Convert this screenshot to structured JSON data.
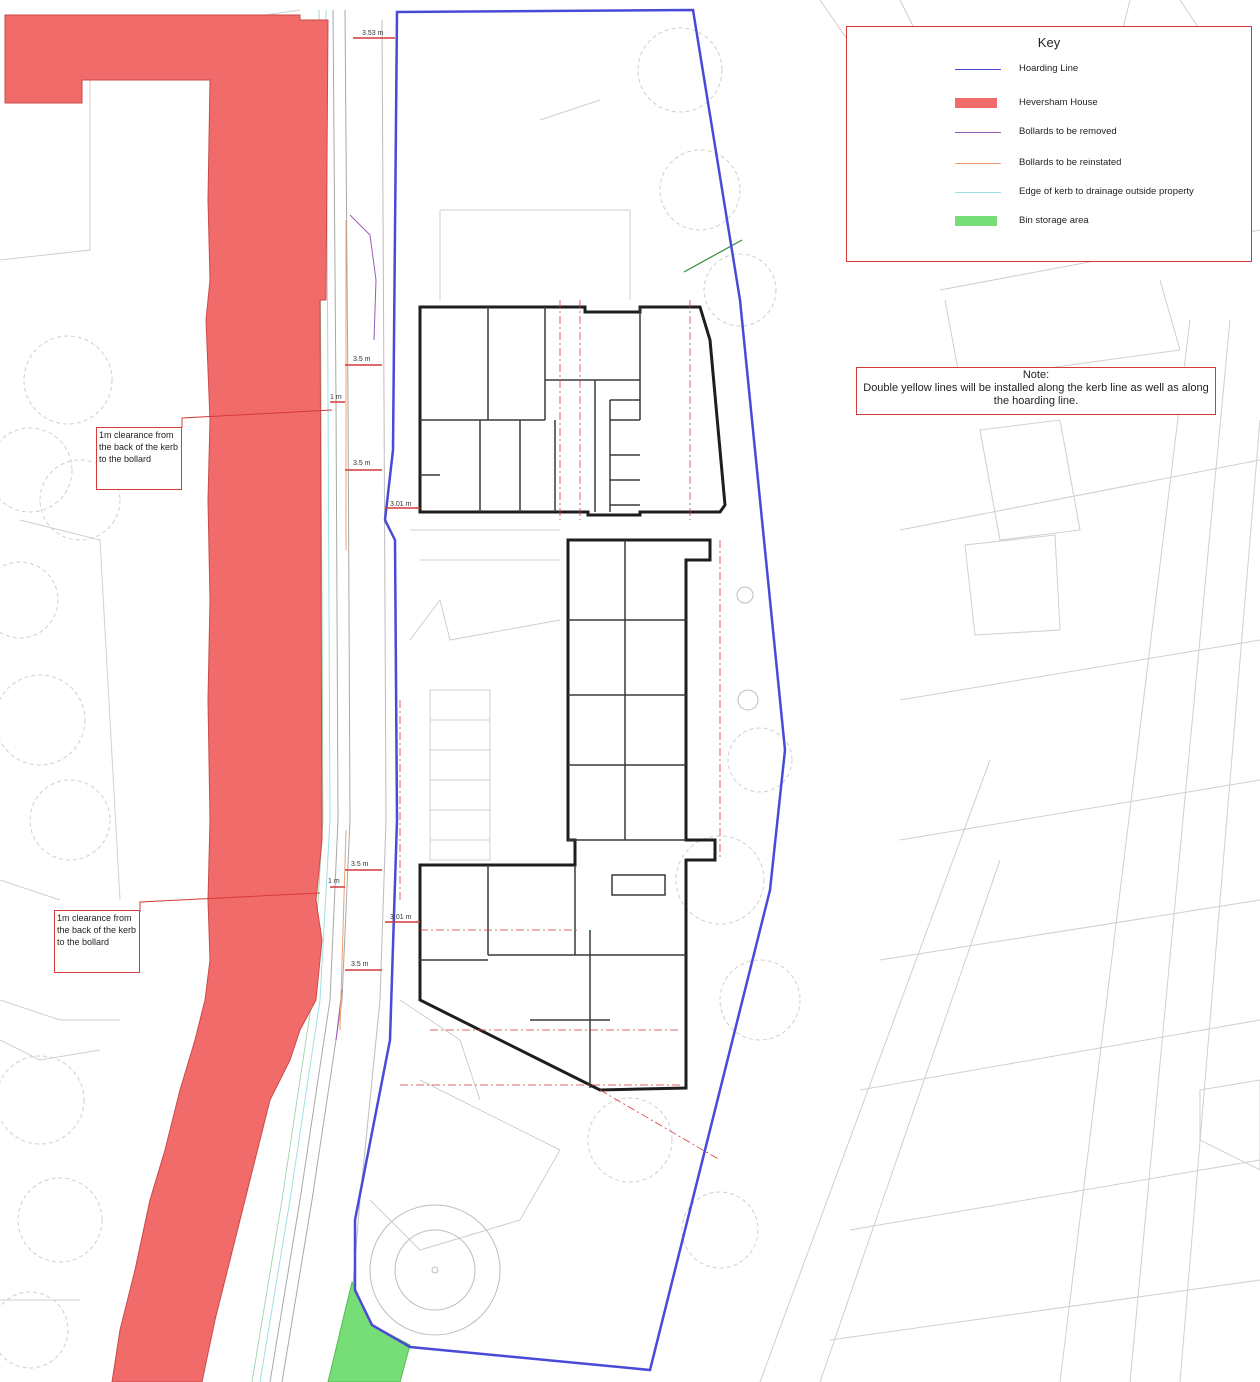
{
  "key": {
    "title": "Key",
    "items": [
      {
        "label": "Hoarding Line",
        "color": "#4a4ad9",
        "style": "line"
      },
      {
        "label": "Heversham House",
        "color": "#f26b6b",
        "style": "fill"
      },
      {
        "label": "Bollards to be removed",
        "color": "#9b59b6",
        "style": "line"
      },
      {
        "label": "Bollards to be reinstated",
        "color": "#f0a070",
        "style": "line"
      },
      {
        "label": "Edge of kerb to drainage outside property",
        "color": "#9fe0e6",
        "style": "line"
      },
      {
        "label": "Bin storage area",
        "color": "#77dd77",
        "style": "fill"
      }
    ]
  },
  "note": {
    "heading": "Note:",
    "text": "Double yellow lines will be installed along the kerb line as well as along the hoarding line."
  },
  "callouts": [
    {
      "text": "1m clearance from the back of the kerb to the bollard"
    },
    {
      "text": "1m clearance from the back of the kerb to the bollard"
    }
  ],
  "dimensions": [
    "3.53 m",
    "3.5 m",
    "1 m",
    "3.5 m",
    "3.01 m",
    "3.5 m",
    "1 m",
    "3.01 m",
    "3.5 m"
  ],
  "colors": {
    "hoarding": "#4a4ad9",
    "heversham_house": "#f26b6b",
    "bin_storage": "#77dd77",
    "annotation_red": "#d43a3a"
  }
}
